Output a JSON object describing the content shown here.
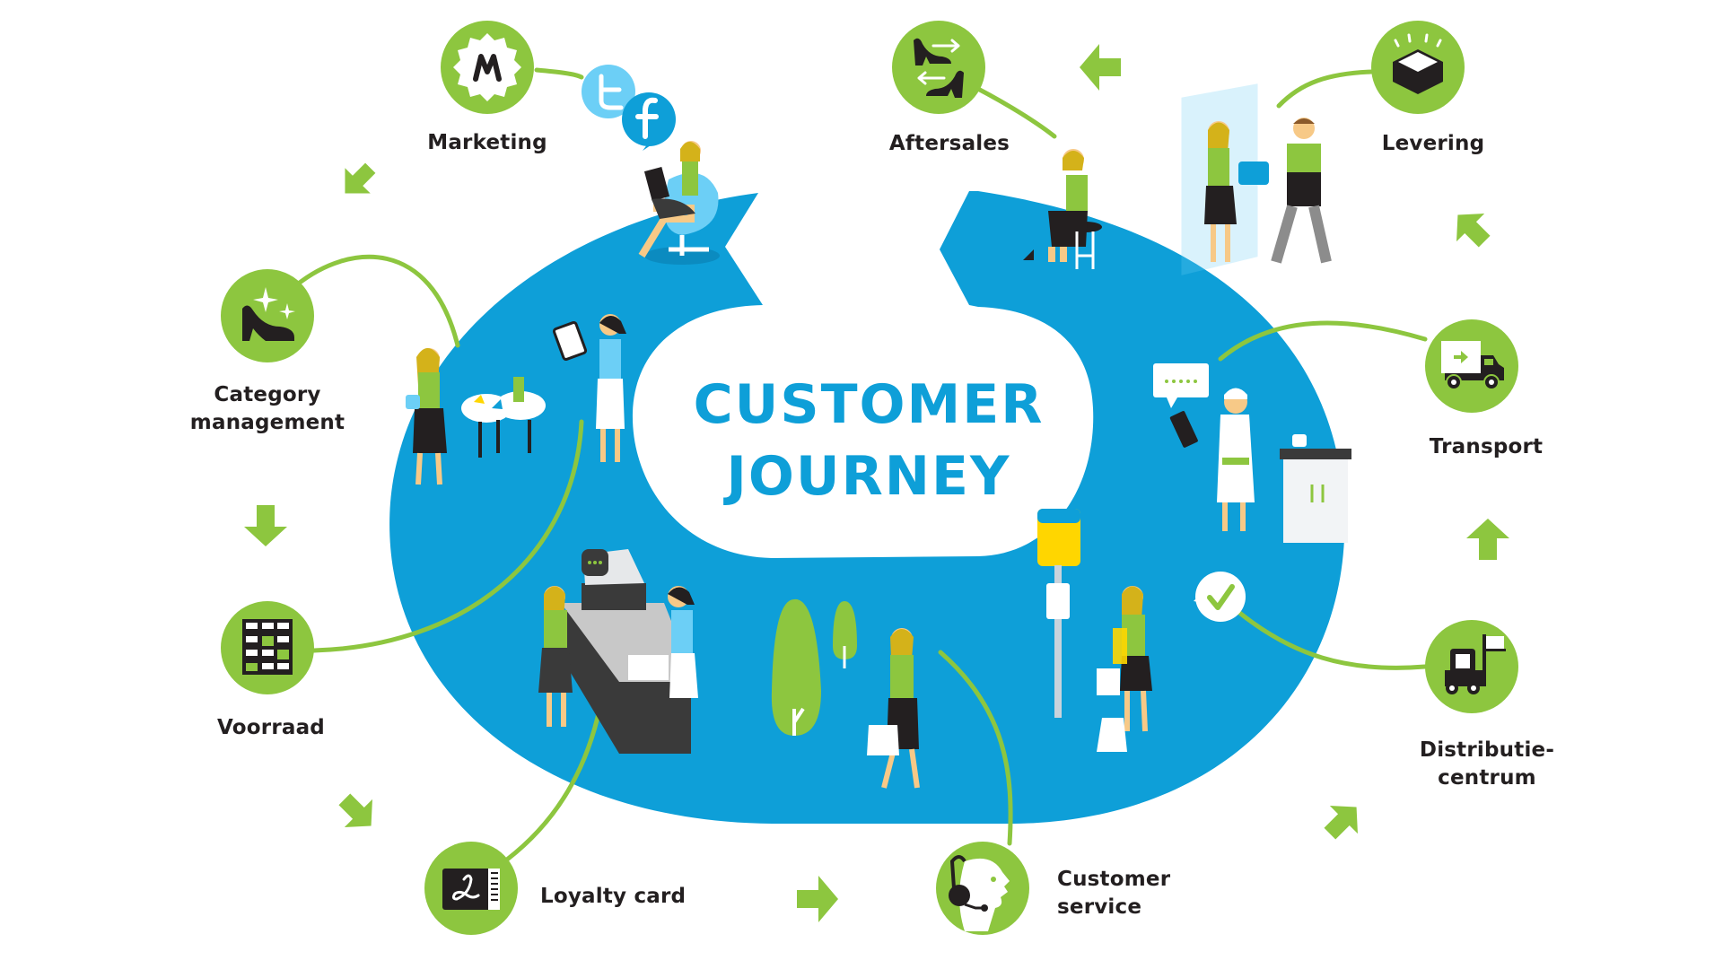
{
  "title": {
    "line1": "CUSTOMER",
    "line2": "JOURNEY"
  },
  "colors": {
    "ring_blue": "#0E9FD8",
    "node_green": "#8DC63F",
    "icon_dark": "#231F20",
    "light_blue": "#6CCFF6",
    "text": "#231F20"
  },
  "stages": [
    {
      "id": "marketing",
      "label_lines": [
        "Marketing"
      ],
      "icon": "megaphone-badge-icon"
    },
    {
      "id": "category-management",
      "label_lines": [
        "Category",
        "management"
      ],
      "icon": "sparkling-shoe-icon"
    },
    {
      "id": "voorraad",
      "label_lines": [
        "Voorraad"
      ],
      "icon": "stock-grid-icon"
    },
    {
      "id": "loyalty-card",
      "label_lines": [
        "Loyalty card"
      ],
      "icon": "loyalty-card-icon"
    },
    {
      "id": "customer-service",
      "label_lines": [
        "Customer",
        "service"
      ],
      "icon": "headset-agent-icon"
    },
    {
      "id": "distributiecentrum",
      "label_lines": [
        "Distributie-",
        "centrum"
      ],
      "icon": "forklift-icon"
    },
    {
      "id": "transport",
      "label_lines": [
        "Transport"
      ],
      "icon": "delivery-truck-icon"
    },
    {
      "id": "levering",
      "label_lines": [
        "Levering"
      ],
      "icon": "package-box-icon"
    },
    {
      "id": "aftersales",
      "label_lines": [
        "Aftersales"
      ],
      "icon": "shoe-exchange-icon"
    }
  ],
  "social_icons": [
    "twitter-icon",
    "facebook-icon"
  ],
  "flow_direction": "counter-clockwise"
}
